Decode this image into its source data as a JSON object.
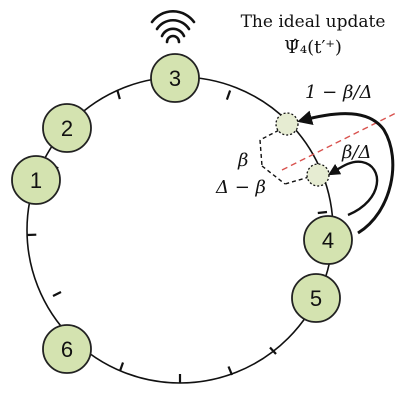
{
  "title": {
    "line1": "The ideal update",
    "line2": "Ψ̂₄(t′⁺)"
  },
  "labels": {
    "arc_large": "1 − β/Δ",
    "arc_small": "β/Δ",
    "beta": "β",
    "delta_minus_beta": "Δ − β"
  },
  "nodes": [
    "1",
    "2",
    "3",
    "4",
    "5",
    "6"
  ],
  "icons": {
    "broadcast": "wifi-signal-icon"
  },
  "colors": {
    "node_fill": "#d4e3b0",
    "node_stroke": "#222222",
    "ghost_fill": "#e6ecd2",
    "dashed_red": "#d9534f",
    "line": "#111111"
  }
}
